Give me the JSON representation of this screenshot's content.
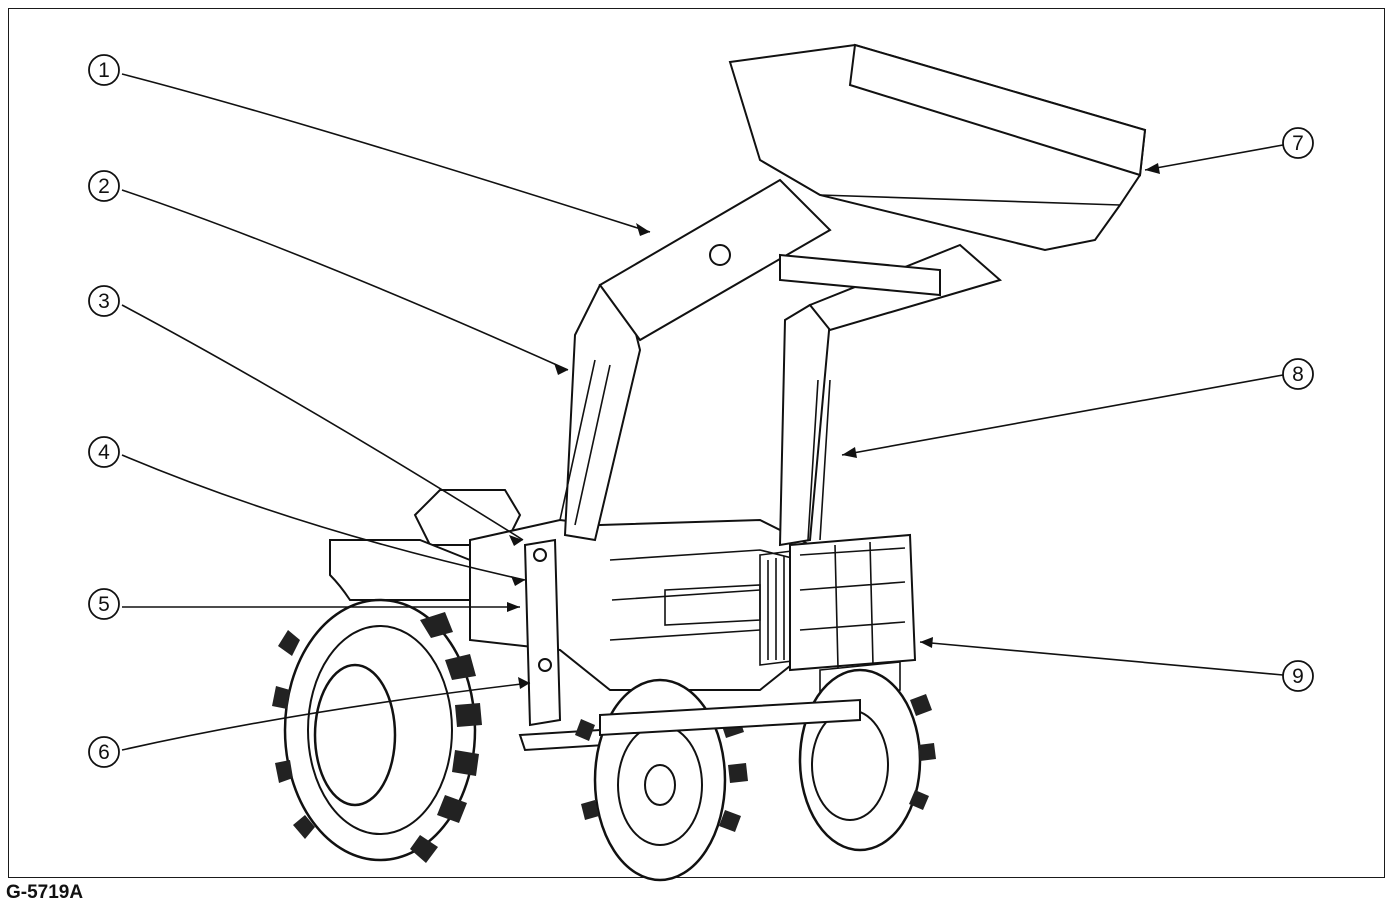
{
  "figure_id": "G-5719A",
  "callouts": [
    {
      "number": "1"
    },
    {
      "number": "2"
    },
    {
      "number": "3"
    },
    {
      "number": "4"
    },
    {
      "number": "5"
    },
    {
      "number": "6"
    },
    {
      "number": "7"
    },
    {
      "number": "8"
    },
    {
      "number": "9"
    }
  ],
  "colors": {
    "ink": "#111111",
    "paper": "#ffffff"
  }
}
